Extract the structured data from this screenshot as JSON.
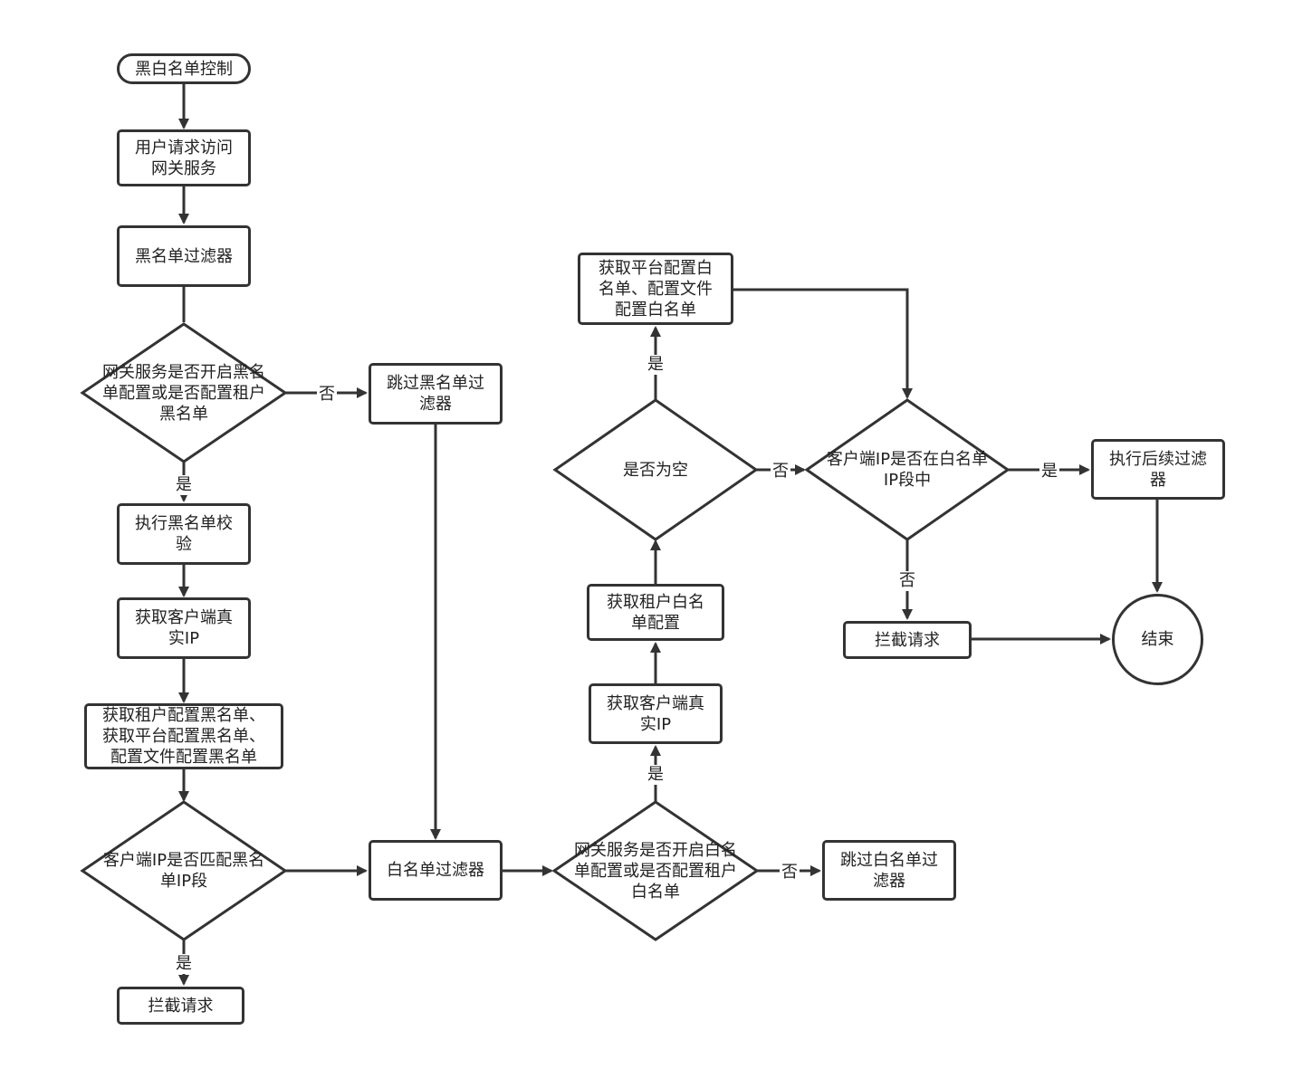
{
  "nodes": {
    "start": "黑白名单控制",
    "request": "用户请求访问\n网关服务",
    "blacklist_filter": "黑名单过滤器",
    "blacklist_enabled_q": "网关服务是否开启黑名\n单配置或是否配置租户\n黑名单",
    "skip_blacklist": "跳过黑名单过\n滤器",
    "exec_blacklist_check": "执行黑名单校\n验",
    "get_client_ip_1": "获取客户端真\n实IP",
    "get_blacklists": "获取租户配置黑名单、\n获取平台配置黑名单、\n配置文件配置黑名单",
    "ip_match_blacklist_q": "客户端IP是否匹配黑名\n单IP段",
    "block_1": "拦截请求",
    "whitelist_filter": "白名单过滤器",
    "whitelist_enabled_q": "网关服务是否开启白名\n单配置或是否配置租户\n白名单",
    "skip_whitelist": "跳过白名单过\n滤器",
    "get_client_ip_2": "获取客户端真\n实IP",
    "get_tenant_whitelist": "获取租户白名\n单配置",
    "is_empty_q": "是否为空",
    "get_platform_whitelist": "获取平台配置白\n名单、配置文件\n配置白名单",
    "ip_in_whitelist_q": "客户端IP是否在白名单\nIP段中",
    "exec_next_filters": "执行后续过滤\n器",
    "block_2": "拦截请求",
    "end": "结束"
  },
  "edge_labels": {
    "blacklist_no": "否",
    "blacklist_yes": "是",
    "match_yes": "是",
    "whitelist_no": "否",
    "whitelist_yes": "是",
    "empty_yes": "是",
    "empty_no": "否",
    "inlist_yes": "是",
    "inlist_no": "否"
  }
}
